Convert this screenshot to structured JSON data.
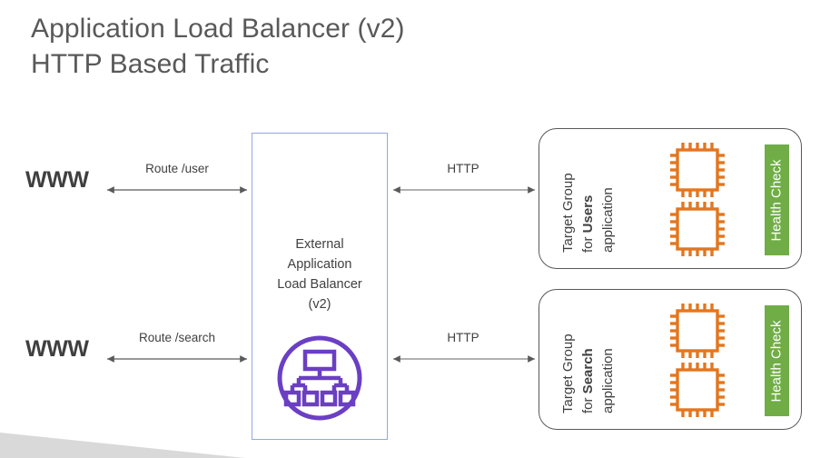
{
  "slide": {
    "title_line1": "Application Load Balancer (v2)",
    "title_line2": "HTTP Based Traffic",
    "background_color": "#ffffff",
    "accent_wedge_color": "#d9d9d9"
  },
  "clients": [
    {
      "label": "WWW",
      "name": "client-www-top"
    },
    {
      "label": "WWW",
      "name": "client-www-bottom"
    }
  ],
  "routes": [
    {
      "label": "Route /user",
      "name": "route-user-arrow"
    },
    {
      "label": "Route /search",
      "name": "route-search-arrow"
    }
  ],
  "backend_links": [
    {
      "label": "HTTP",
      "name": "http-arrow-users"
    },
    {
      "label": "HTTP",
      "name": "http-arrow-search"
    }
  ],
  "load_balancer": {
    "line1": "External",
    "line2": "Application",
    "line3": "Load Balancer",
    "line4": "(v2)",
    "border_color": "#8faadc",
    "icon": "load-balancer-hierarchy-icon",
    "icon_color": "#6b3fc4"
  },
  "target_groups": [
    {
      "label_prefix": "Target Group",
      "label_middle_plain": "for ",
      "label_middle_bold": "Users",
      "label_suffix": "application",
      "health_check_label": "Health Check",
      "health_check_color": "#70ad47",
      "instance_count": 2,
      "instance_icon": "server-chip-icon",
      "instance_color": "#e3761f"
    },
    {
      "label_prefix": "Target Group",
      "label_middle_plain": "for ",
      "label_middle_bold": "Search",
      "label_suffix": "application",
      "health_check_label": "Health Check",
      "health_check_color": "#70ad47",
      "instance_count": 2,
      "instance_icon": "server-chip-icon",
      "instance_color": "#e3761f"
    }
  ]
}
